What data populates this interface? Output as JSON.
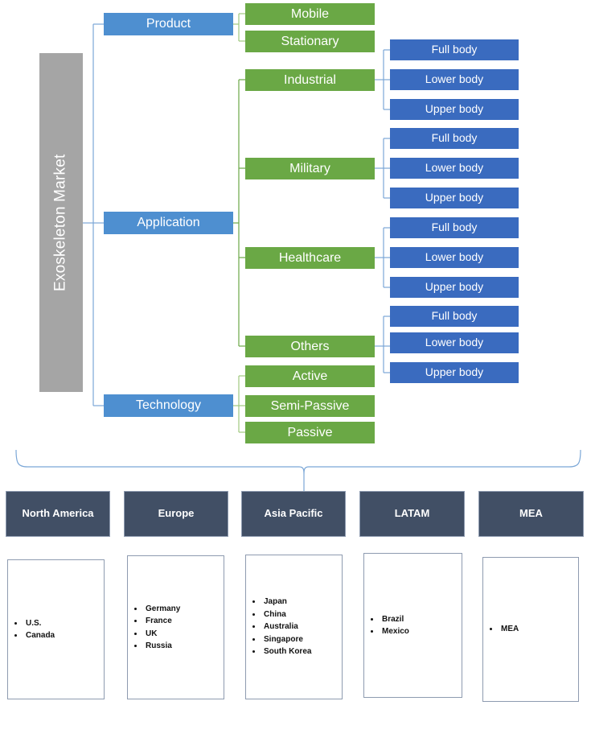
{
  "diagram": {
    "root": {
      "label": "Exoskeleton Market"
    },
    "segments": [
      {
        "label": "Product",
        "children": [
          {
            "label": "Mobile",
            "children": []
          },
          {
            "label": "Stationary",
            "children": []
          }
        ]
      },
      {
        "label": "Application",
        "children": [
          {
            "label": "Industrial",
            "children": [
              "Full body",
              "Lower  body",
              "Upper body"
            ]
          },
          {
            "label": "Military",
            "children": [
              "Full body",
              "Lower  body",
              "Upper body"
            ]
          },
          {
            "label": "Healthcare",
            "children": [
              "Full body",
              "Lower  body",
              "Upper body"
            ]
          },
          {
            "label": "Others",
            "children": [
              "Full body",
              "Lower  body",
              "Upper body"
            ]
          }
        ]
      },
      {
        "label": "Technology",
        "children": [
          {
            "label": "Active",
            "children": []
          },
          {
            "label": "Semi-Passive",
            "children": []
          },
          {
            "label": "Passive",
            "children": []
          }
        ]
      }
    ],
    "regions": [
      {
        "name": "North America",
        "countries": [
          "U.S.",
          "Canada"
        ]
      },
      {
        "name": "Europe",
        "countries": [
          "Germany",
          "France",
          "UK",
          "Russia"
        ]
      },
      {
        "name": "Asia Pacific",
        "countries": [
          "Japan",
          "China",
          "Australia",
          "Singapore",
          "South Korea"
        ]
      },
      {
        "name": "LATAM",
        "countries": [
          "Brazil",
          "Mexico"
        ]
      },
      {
        "name": "MEA",
        "countries": [
          "MEA"
        ]
      }
    ],
    "colors": {
      "root": "#a5a5a5",
      "level1": "#4e8fd0",
      "level2": "#6aa845",
      "level3": "#3a6bbf",
      "region_header": "#414f65",
      "connector_blue": "#7ba7d7",
      "connector_green": "#9fc97f"
    }
  }
}
